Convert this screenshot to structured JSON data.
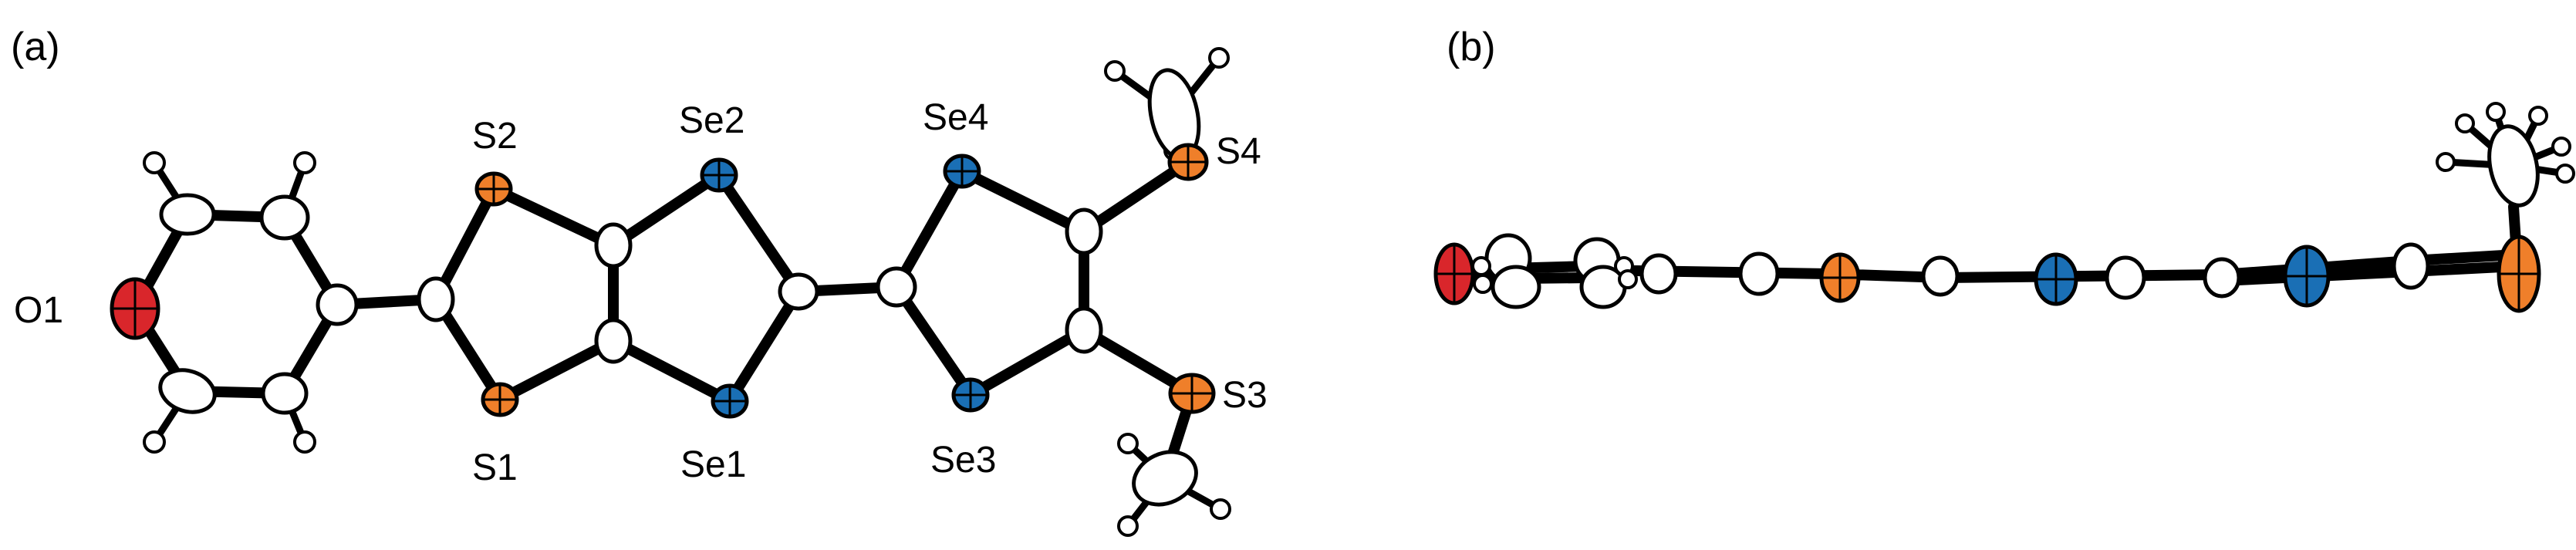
{
  "panels": {
    "a": {
      "label": "(a)"
    },
    "b": {
      "label": "(b)"
    }
  },
  "atom_labels": {
    "O1": "O1",
    "S1": "S1",
    "S2": "S2",
    "S3": "S3",
    "S4": "S4",
    "Se1": "Se1",
    "Se2": "Se2",
    "Se3": "Se3",
    "Se4": "Se4"
  },
  "colors": {
    "oxygen": "#d9262b",
    "sulfur": "#ef7f2a",
    "selenium": "#1a6fb5",
    "carbon": "#ffffff",
    "bond": "#000000"
  }
}
